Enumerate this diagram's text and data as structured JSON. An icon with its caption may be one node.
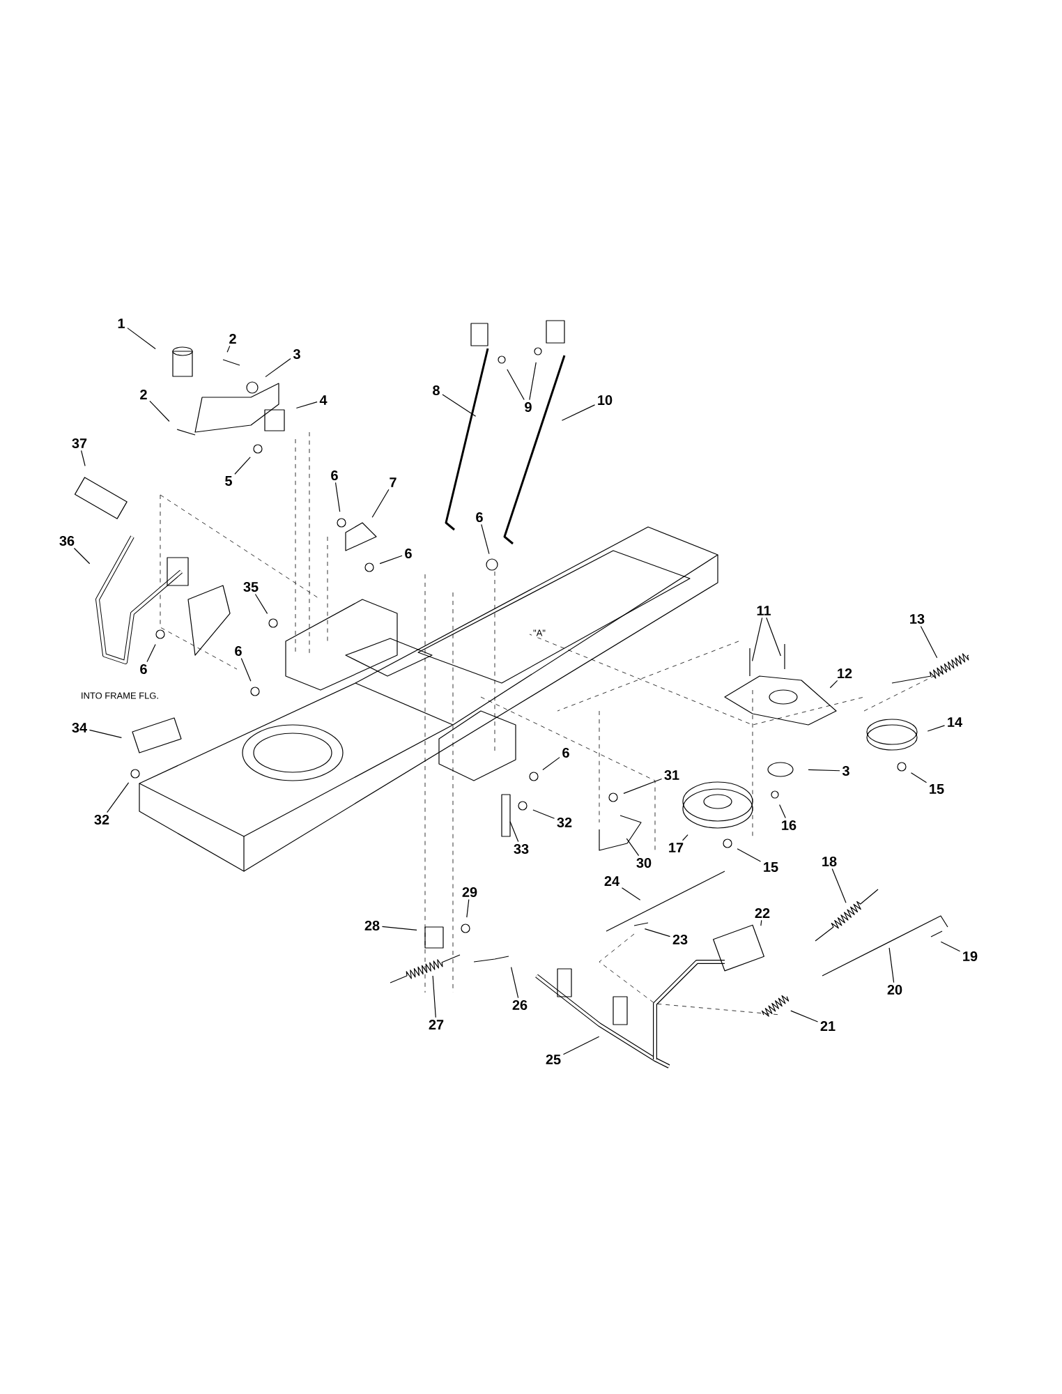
{
  "diagram": {
    "nodes": [
      {
        "text": [
          "1"
        ]
      },
      {
        "text": [
          "2"
        ]
      },
      {
        "text": [
          "2"
        ]
      },
      {
        "text": [
          "3"
        ]
      },
      {
        "text": [
          "4"
        ]
      },
      {
        "text": [
          "5"
        ]
      },
      {
        "text": [
          "6"
        ]
      },
      {
        "text": [
          "7"
        ]
      },
      {
        "text": [
          "6"
        ]
      },
      {
        "text": [
          "8"
        ]
      },
      {
        "text": [
          "9"
        ]
      },
      {
        "text": [
          "10"
        ]
      },
      {
        "text": [
          "6"
        ]
      },
      {
        "text": [
          "37"
        ]
      },
      {
        "text": [
          "36"
        ]
      },
      {
        "text": [
          "35"
        ]
      },
      {
        "text": [
          "6"
        ]
      },
      {
        "text": [
          "6"
        ]
      },
      {
        "text": [
          "34"
        ]
      },
      {
        "text": [
          "32"
        ]
      },
      {
        "text": [
          "6"
        ]
      },
      {
        "text": [
          "31"
        ]
      },
      {
        "text": [
          "32"
        ]
      },
      {
        "text": [
          "33"
        ]
      },
      {
        "text": [
          "30"
        ]
      },
      {
        "text": [
          "11"
        ]
      },
      {
        "text": [
          "12"
        ]
      },
      {
        "text": [
          "13"
        ]
      },
      {
        "text": [
          "14"
        ]
      },
      {
        "text": [
          "15"
        ]
      },
      {
        "text": [
          "3"
        ]
      },
      {
        "text": [
          "16"
        ]
      },
      {
        "text": [
          "17"
        ]
      },
      {
        "text": [
          "15"
        ]
      },
      {
        "text": [
          "18"
        ]
      },
      {
        "text": [
          "19"
        ]
      },
      {
        "text": [
          "20"
        ]
      },
      {
        "text": [
          "21"
        ]
      },
      {
        "text": [
          "22"
        ]
      },
      {
        "text": [
          "23"
        ]
      },
      {
        "text": [
          "24"
        ]
      },
      {
        "text": [
          "25"
        ]
      },
      {
        "text": [
          "26"
        ]
      },
      {
        "text": [
          "27"
        ]
      },
      {
        "text": [
          "28"
        ]
      },
      {
        "text": [
          "29"
        ]
      }
    ],
    "edges": [
      {
        "from": 0,
        "to": null,
        "arrow": "none"
      },
      {
        "from": 1,
        "to": null,
        "arrow": "none"
      },
      {
        "from": 2,
        "to": null,
        "arrow": "none"
      },
      {
        "from": 3,
        "to": null,
        "arrow": "none"
      },
      {
        "from": 4,
        "to": null,
        "arrow": "none"
      },
      {
        "from": 5,
        "to": null,
        "arrow": "none"
      },
      {
        "from": 6,
        "to": null,
        "arrow": "none"
      },
      {
        "from": 7,
        "to": null,
        "arrow": "none"
      },
      {
        "from": 8,
        "to": null,
        "arrow": "none"
      },
      {
        "from": 9,
        "to": null,
        "arrow": "none"
      },
      {
        "from": 10,
        "to": null,
        "arrow": "none"
      },
      {
        "from": 10,
        "to": null,
        "arrow": "none"
      },
      {
        "from": 11,
        "to": null,
        "arrow": "none"
      },
      {
        "from": 12,
        "to": null,
        "arrow": "none"
      },
      {
        "from": 13,
        "to": null,
        "arrow": "none"
      },
      {
        "from": 14,
        "to": null,
        "arrow": "none"
      },
      {
        "from": 15,
        "to": null,
        "arrow": "none"
      },
      {
        "from": 16,
        "to": null,
        "arrow": "none"
      },
      {
        "from": 17,
        "to": null,
        "arrow": "none"
      },
      {
        "from": 18,
        "to": null,
        "arrow": "none"
      },
      {
        "from": 19,
        "to": null,
        "arrow": "none"
      },
      {
        "from": 20,
        "to": null,
        "arrow": "none"
      },
      {
        "from": 21,
        "to": null,
        "arrow": "none"
      },
      {
        "from": 22,
        "to": null,
        "arrow": "none"
      },
      {
        "from": 23,
        "to": null,
        "arrow": "none"
      },
      {
        "from": 24,
        "to": null,
        "arrow": "none"
      },
      {
        "from": 25,
        "to": null,
        "arrow": "none"
      },
      {
        "from": 25,
        "to": null,
        "arrow": "none"
      },
      {
        "from": 26,
        "to": null,
        "arrow": "none"
      },
      {
        "from": 27,
        "to": null,
        "arrow": "none"
      },
      {
        "from": 28,
        "to": null,
        "arrow": "none"
      },
      {
        "from": 29,
        "to": null,
        "arrow": "none"
      },
      {
        "from": 30,
        "to": null,
        "arrow": "none"
      },
      {
        "from": 31,
        "to": null,
        "arrow": "none"
      },
      {
        "from": 32,
        "to": null,
        "arrow": "none"
      },
      {
        "from": 33,
        "to": null,
        "arrow": "none"
      },
      {
        "from": 34,
        "to": null,
        "arrow": "none"
      },
      {
        "from": 35,
        "to": null,
        "arrow": "none"
      },
      {
        "from": 36,
        "to": null,
        "arrow": "none"
      },
      {
        "from": 37,
        "to": null,
        "arrow": "none"
      },
      {
        "from": 38,
        "to": null,
        "arrow": "none"
      },
      {
        "from": 39,
        "to": null,
        "arrow": "none"
      },
      {
        "from": 40,
        "to": null,
        "arrow": "none"
      },
      {
        "from": 41,
        "to": null,
        "arrow": "none"
      },
      {
        "from": 42,
        "to": null,
        "arrow": "none"
      },
      {
        "from": 43,
        "to": null,
        "arrow": "none"
      },
      {
        "from": 44,
        "to": null,
        "arrow": "none"
      },
      {
        "from": 45,
        "to": null,
        "arrow": "none"
      }
    ],
    "labels": [
      "INTO FRAME FLG.",
      "\"A\""
    ]
  }
}
